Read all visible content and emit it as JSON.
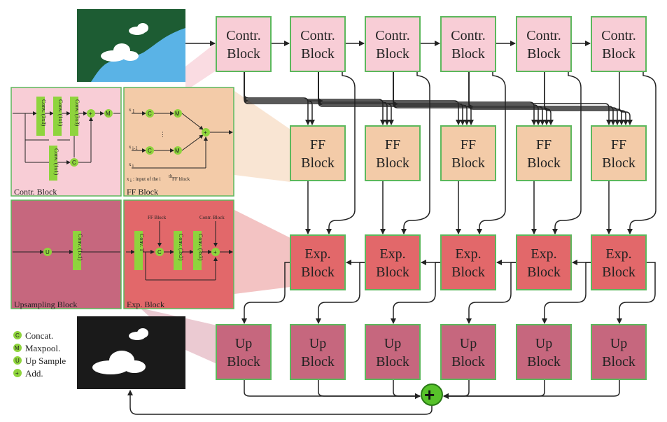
{
  "main_blocks": {
    "contr_line1": "Contr.",
    "ff_line1": "FF",
    "exp_line1": "Exp.",
    "up_line1": "Up",
    "line2": "Block"
  },
  "panels": {
    "contr_title": "Contr. Block",
    "ff_title": "FF Block",
    "upsampling_title": "Upsampling Block",
    "exp_title": "Exp. Block"
  },
  "contr_panel": {
    "conv1": "Conv. (3x3)",
    "conv2": "Conv. (1x1)",
    "conv3": "Conv. (3x3)",
    "conv4": "Conv. (1x1)",
    "c": "C",
    "m": "M",
    "plus": "+"
  },
  "ff_panel": {
    "x1": "x",
    "x1_sub": "1",
    "xi1": "x",
    "xi1_sub": "i-1",
    "xi": "x",
    "xi_sub": "i",
    "dots": "⋮",
    "note_a": "x",
    "note_a_sub": "i",
    "note_b": ": input of the i",
    "note_sup": "th",
    "note_c": " FF block"
  },
  "up_panel": {
    "u": "U",
    "conv": "Conv. (1x1)"
  },
  "exp_panel": {
    "ff_block_label": "FF Block",
    "contr_block_label": "Contr. Block",
    "conv_t": "Conv. T",
    "conv2": "Conv. (3x3)",
    "conv3": "Conv. (3x3)",
    "c": "C",
    "plus": "+"
  },
  "legend": [
    {
      "symbol": "C",
      "label": "Concat."
    },
    {
      "symbol": "M",
      "label": "Maxpool."
    },
    {
      "symbol": "U",
      "label": "Up Sample"
    },
    {
      "symbol": "+",
      "label": "Add."
    }
  ],
  "sum_symbol": "+",
  "colors": {
    "contr": "#f8cdd6",
    "ff": "#f3cba8",
    "exp": "#e2686a",
    "up": "#c6677e",
    "border": "#5cb85c",
    "green": "#8fd43d",
    "sky": "#5ab3e6",
    "land": "#1d5c33",
    "mask": "#1a1a1a"
  }
}
